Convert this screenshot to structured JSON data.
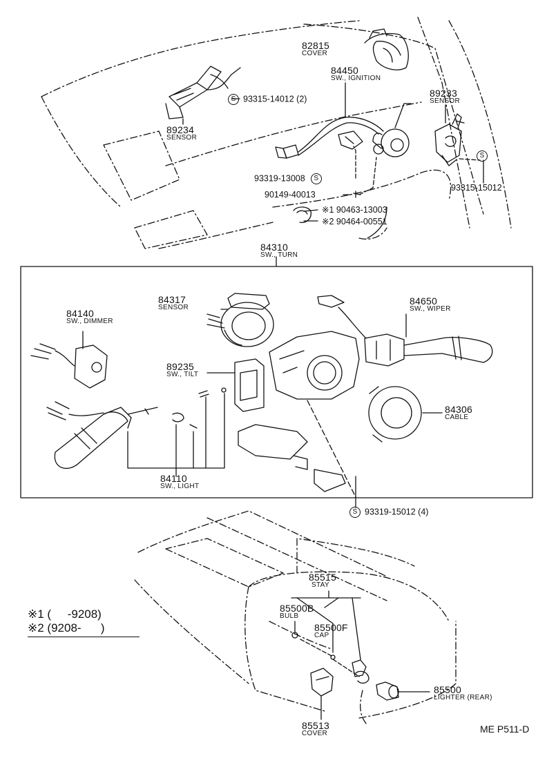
{
  "parts": {
    "p82815": {
      "number": "82815",
      "name": "COVER"
    },
    "p84450": {
      "number": "84450",
      "name": "SW., IGNITION"
    },
    "p89233": {
      "number": "89233",
      "name": "SENSOR"
    },
    "p89234": {
      "number": "89234",
      "name": "SENSOR"
    },
    "p84310": {
      "number": "84310",
      "name": "SW., TURN"
    },
    "p84317": {
      "number": "84317",
      "name": "SENSOR"
    },
    "p84650": {
      "number": "84650",
      "name": "SW., WIPER"
    },
    "p84140": {
      "number": "84140",
      "name": "SW., DIMMER"
    },
    "p89235": {
      "number": "89235",
      "name": "SW., TILT"
    },
    "p84306": {
      "number": "84306",
      "name": "CABLE"
    },
    "p84110": {
      "number": "84110",
      "name": "SW., LIGHT"
    },
    "p85515": {
      "number": "85515",
      "name": "STAY"
    },
    "p85500B": {
      "number": "85500B",
      "name": "BULB"
    },
    "p85500F": {
      "number": "85500F",
      "name": "CAP"
    },
    "p85500": {
      "number": "85500",
      "name": "LIGHTER (REAR)"
    },
    "p85513": {
      "number": "85513",
      "name": "COVER"
    }
  },
  "fasteners": {
    "f1": {
      "symbol": "S",
      "text": "93315-14012 (2)"
    },
    "f2": {
      "text": "93319-13008",
      "symbol": "S"
    },
    "f3": {
      "text": "90149-40013"
    },
    "f4": {
      "mark": "※1",
      "text": "90463-13003"
    },
    "f5": {
      "mark": "※2",
      "text": "90464-00551"
    },
    "f6": {
      "symbol": "S",
      "text": "93315-15012"
    },
    "f7": {
      "symbol": "S",
      "text": "93319-15012 (4)"
    }
  },
  "legend": {
    "row1": "※1 (     -9208)",
    "row2": "※2 (9208-      )"
  },
  "diagram_code": "ME P511-D"
}
